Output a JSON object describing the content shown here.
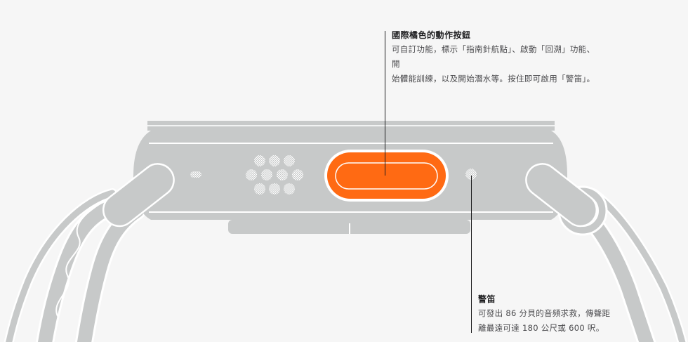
{
  "callouts": {
    "action_button": {
      "title": "國際橘色的動作按鈕",
      "body_line1": "可自訂功能，標示「指南針航點」、啟動「回溯」功能、開",
      "body_line2": "始體能訓練，以及開始潛水等。按住即可啟用「警笛」。"
    },
    "siren": {
      "title": "警笛",
      "body_line1": "可發出 86 分貝的音頻求救，傳聲距",
      "body_line2": "離最遠可達 180 公尺或 600 呎。"
    }
  },
  "colors": {
    "background": "#f6f6f6",
    "case": "#c7c9c9",
    "case_outline": "#ffffff",
    "action_button": "#ff6a13",
    "text": "#1d1d1f"
  }
}
